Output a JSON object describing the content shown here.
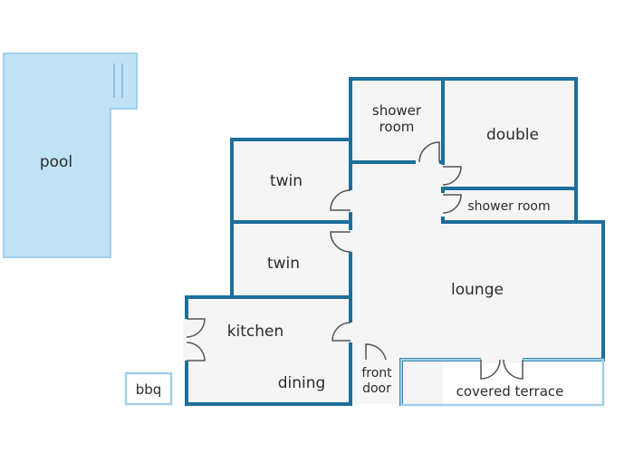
{
  "plan": {
    "colors": {
      "wall": "#1d6f9b",
      "floor": "#f5f5f5",
      "pool_fill": "#bfe2f5",
      "pool_edge": "#9fd0ec",
      "light_outline": "#9fd0ec",
      "door": "#555555",
      "text": "#2b2b2b"
    },
    "labels": {
      "pool": "pool",
      "shower_room_upper_line1": "shower",
      "shower_room_upper_line2": "room",
      "double": "double",
      "shower_room_lower": "shower room",
      "twin_upper": "twin",
      "twin_lower": "twin",
      "lounge": "lounge",
      "kitchen": "kitchen",
      "dining": "dining",
      "front_door_line1": "front",
      "front_door_line2": "door",
      "covered_terrace": "covered terrace",
      "bbq": "bbq"
    }
  }
}
